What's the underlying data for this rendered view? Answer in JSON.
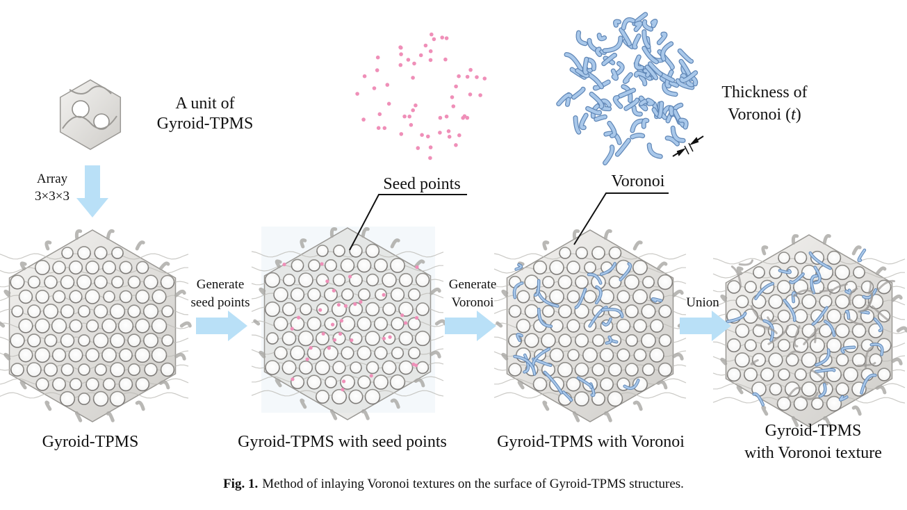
{
  "labels": {
    "unit_line1": "A unit of",
    "unit_line2": "Gyroid-TPMS",
    "array_line1": "Array",
    "array_line2": "3×3×3",
    "gen_seed_line1": "Generate",
    "gen_seed_line2": "seed points",
    "seed_points": "Seed points",
    "gen_voronoi_line1": "Generate",
    "gen_voronoi_line2": "Voronoi",
    "voronoi": "Voronoi",
    "thickness_line1": "Thickness of",
    "thickness_line2_text": "Voronoi (",
    "thickness_var": "t",
    "thickness_close": ")",
    "union": "Union"
  },
  "panel_titles": {
    "gyroid": "Gyroid-TPMS",
    "with_seed": "Gyroid-TPMS with seed points",
    "with_voronoi": "Gyroid-TPMS with Voronoi",
    "textured_line1": "Gyroid-TPMS",
    "textured_line2": "with Voronoi texture"
  },
  "caption": {
    "prefix": "Fig. 1.",
    "text": "Method of inlaying Voronoi textures on the surface of Gyroid-TPMS structures."
  },
  "colors": {
    "arrow": "#b9e0f7",
    "seed": "#ef8fb8",
    "voronoi_strut": "#a9c8ea",
    "voronoi_edge": "#5f86b6",
    "gyroid_fill": "#ecebe9",
    "gyroid_edge": "#9a9894"
  }
}
